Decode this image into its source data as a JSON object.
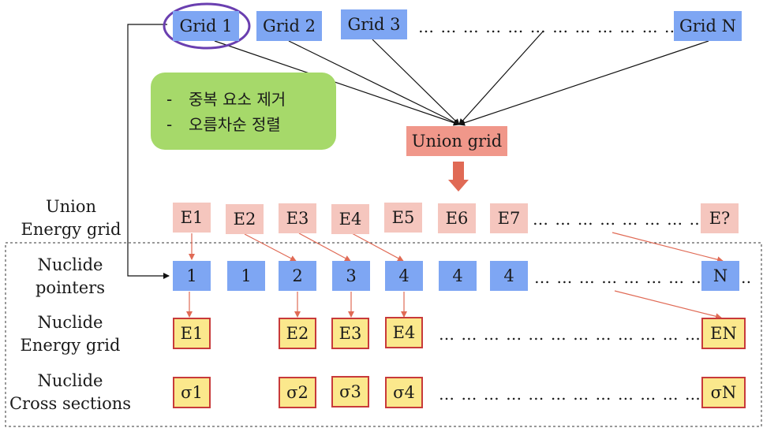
{
  "grids": [
    "Grid 1",
    "Grid 2",
    "Grid 3",
    "Grid N"
  ],
  "top_dots": "… … … … … … … … … … … … … …",
  "note": {
    "bullet": "-",
    "items": [
      "중복 요소 제거",
      "오름차순 정렬"
    ]
  },
  "union_grid_label": "Union grid",
  "row_labels": {
    "union_energy_grid": [
      "Union",
      "Energy grid"
    ],
    "nuclide_pointers": [
      "Nuclide",
      "pointers"
    ],
    "nuclide_energy_grid": [
      "Nuclide",
      "Energy grid"
    ],
    "nuclide_cross_sections": [
      "Nuclide",
      "Cross sections"
    ]
  },
  "union_energies": [
    "E1",
    "E2",
    "E3",
    "E4",
    "E5",
    "E6",
    "E7",
    "E?"
  ],
  "union_dots": "… … … … … … … … …",
  "pointers": [
    "1",
    "1",
    "2",
    "3",
    "4",
    "4",
    "4",
    "N"
  ],
  "pointer_dots": "… … … … … … … … … …",
  "nuclide_energies": [
    "E1",
    "E2",
    "E3",
    "E4",
    "EN"
  ],
  "energy_dots": "… … … … … … … … … … … … … …",
  "cross_sections": [
    "σ1",
    "σ2",
    "σ3",
    "σ4",
    "σN"
  ],
  "xs_dots": "… … … … … … … … … … … … … …",
  "colors": {
    "grid_box": "#7ea6f3",
    "union_grid_box": "#f0978a",
    "union_energy_box": "#f5c6be",
    "nuclide_box": "#fbe88c",
    "nuclide_box_border": "#c83a3a",
    "note_box": "#a6d96a",
    "highlight_ellipse": "#6a3fb0",
    "red_arrow": "#e06a55"
  }
}
